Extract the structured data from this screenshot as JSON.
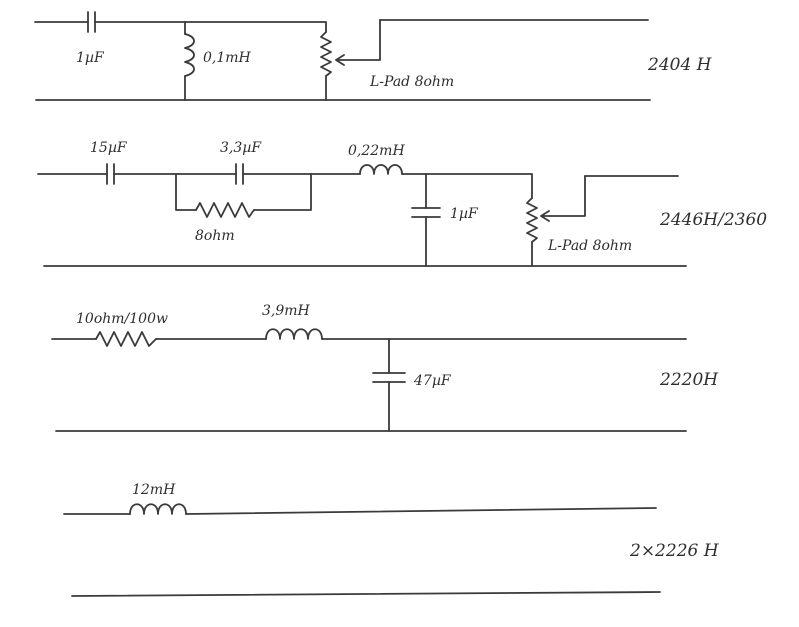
{
  "circuits": [
    {
      "model": "2404 H",
      "components": {
        "c1": "1µF",
        "l1": "0,1mH",
        "lpad": "L-Pad 8ohm"
      }
    },
    {
      "model": "2446H/2360",
      "components": {
        "c1": "15µF",
        "c2": "3,3µF",
        "r1": "8ohm",
        "l1": "0,22mH",
        "c3": "1µF",
        "lpad": "L-Pad 8ohm"
      }
    },
    {
      "model": "2220H",
      "components": {
        "r1": "10ohm/100w",
        "l1": "3,9mH",
        "c1": "47µF"
      }
    },
    {
      "model": "2×2226 H",
      "components": {
        "l1": "12mH"
      }
    }
  ],
  "colors": {
    "ink": "#3a3a3a",
    "paper": "#ffffff"
  }
}
